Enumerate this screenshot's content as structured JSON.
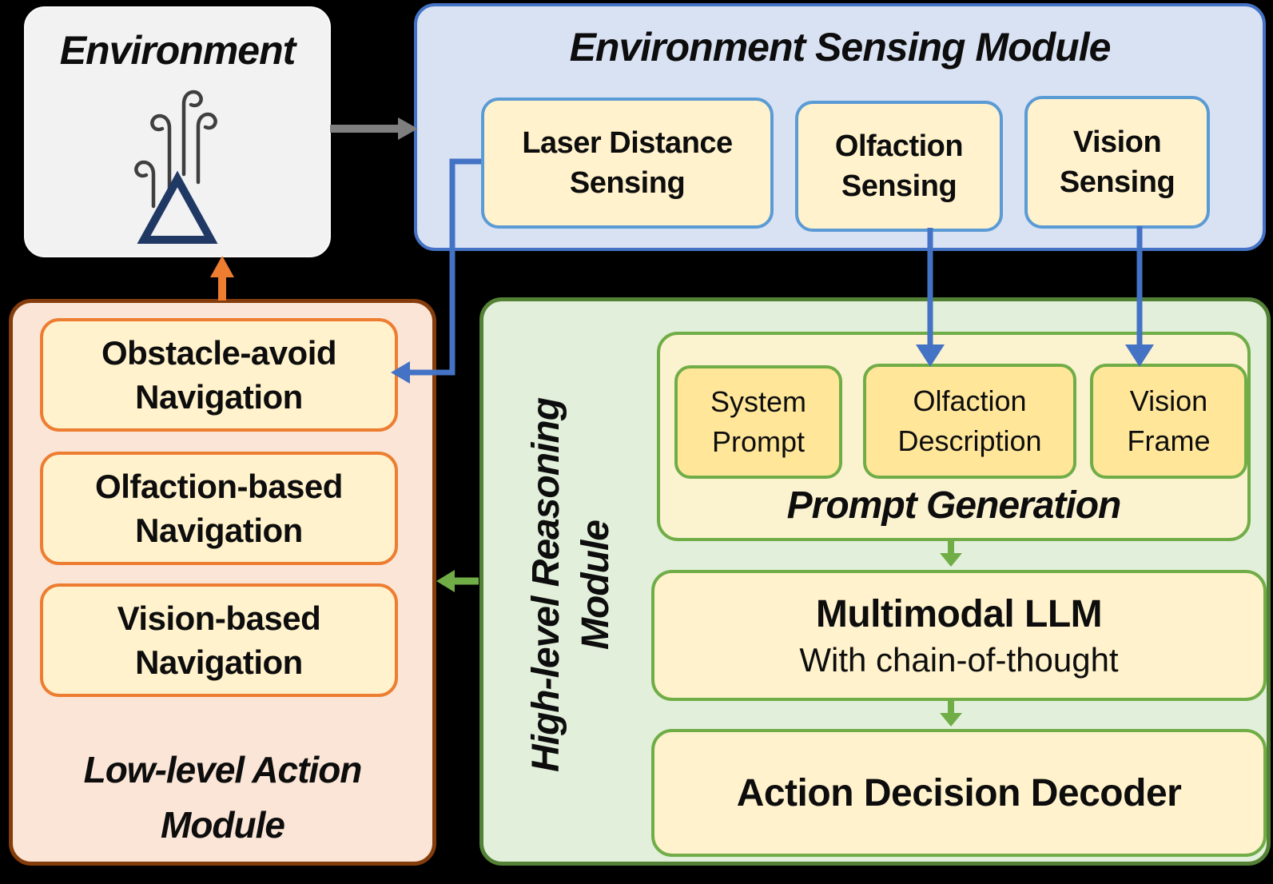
{
  "colors": {
    "canvas-bg": "#000000",
    "env-fill": "#F2F2F2",
    "sensing-fill": "#D9E2F3",
    "sensing-border": "#4472C4",
    "sensing-box-fill": "#FFF2CC",
    "sensing-box-border": "#5B9BD5",
    "lowlevel-fill": "#FBE5D6",
    "lowlevel-border": "#843C0C",
    "nav-box-border": "#ED7D31",
    "nav-box-fill": "#FFF2CC",
    "green-fill": "#E2EFDA",
    "green-border": "#538135",
    "inner-green-border": "#70AD47",
    "promptgen-fill": "#FBF2D0",
    "prompt-item-fill": "#FFE699",
    "yellow-box-fill": "#FFF2CC",
    "arrow-gray": "#7F7F7F",
    "arrow-orange": "#ED7D31",
    "arrow-blue": "#4472C4",
    "arrow-green": "#70AD47",
    "text": "#0D0D0D",
    "icon-navy": "#1F3864",
    "icon-plume": "#3F3F3F"
  },
  "environment": {
    "title": "Environment"
  },
  "sensing_module": {
    "title": "Environment Sensing Module",
    "boxes": [
      {
        "line1": "Laser Distance",
        "line2": "Sensing"
      },
      {
        "line1": "Olfaction",
        "line2": "Sensing"
      },
      {
        "line1": "Vision",
        "line2": "Sensing"
      }
    ]
  },
  "low_level_module": {
    "title_line1": "Low-level Action",
    "title_line2": "Module",
    "boxes": [
      {
        "line1": "Obstacle-avoid",
        "line2": "Navigation"
      },
      {
        "line1": "Olfaction-based",
        "line2": "Navigation"
      },
      {
        "line1": "Vision-based",
        "line2": "Navigation"
      }
    ]
  },
  "high_level_module": {
    "title_line1": "High-level Reasoning",
    "title_line2": "Module",
    "prompt_generation": {
      "title": "Prompt Generation",
      "boxes": [
        {
          "line1": "System",
          "line2": "Prompt"
        },
        {
          "line1": "Olfaction",
          "line2": "Description"
        },
        {
          "line1": "Vision",
          "line2": "Frame"
        }
      ]
    },
    "llm_box": {
      "title": "Multimodal LLM",
      "subtitle": "With chain-of-thought"
    },
    "decoder_box": {
      "title": "Action Decision Decoder"
    }
  }
}
